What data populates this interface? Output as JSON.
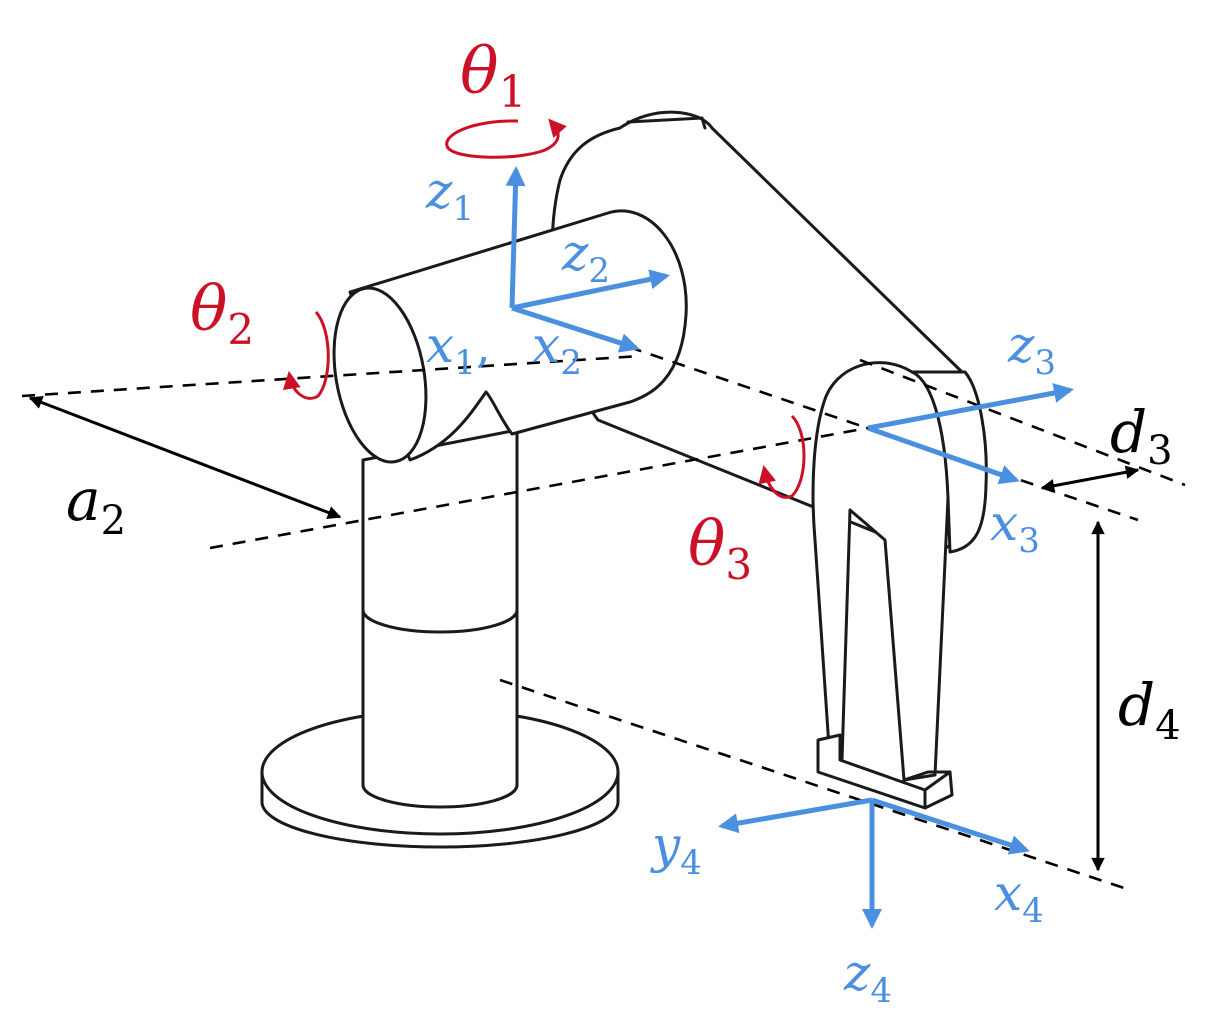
{
  "colors": {
    "frame": "#4a8fe0",
    "joint": "#cc1126",
    "dimension": "#000000",
    "outline": "#1a1a1a"
  },
  "joint_labels": {
    "theta1": {
      "sym": "θ",
      "sub": "1"
    },
    "theta2": {
      "sym": "θ",
      "sub": "2"
    },
    "theta3": {
      "sym": "θ",
      "sub": "3"
    }
  },
  "frame_labels": {
    "z1": {
      "sym": "z",
      "sub": "1"
    },
    "z2": {
      "sym": "z",
      "sub": "2"
    },
    "x1": {
      "sym": "x",
      "sub": "1",
      "sep": ","
    },
    "x2": {
      "sym": "x",
      "sub": "2"
    },
    "z3": {
      "sym": "z",
      "sub": "3"
    },
    "x3": {
      "sym": "x",
      "sub": "3"
    },
    "y4": {
      "sym": "y",
      "sub": "4"
    },
    "x4": {
      "sym": "x",
      "sub": "4"
    },
    "z4": {
      "sym": "z",
      "sub": "4"
    }
  },
  "dimension_labels": {
    "a2": {
      "sym": "a",
      "sub": "2"
    },
    "d3": {
      "sym": "d",
      "sub": "3"
    },
    "d4": {
      "sym": "d",
      "sub": "4"
    }
  }
}
